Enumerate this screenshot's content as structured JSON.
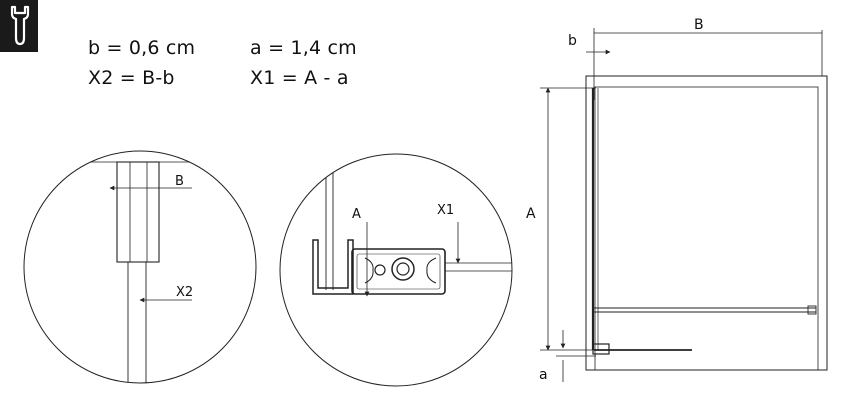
{
  "formulas": {
    "b_eq": "b = 0,6 cm",
    "a_eq": "a = 1,4 cm",
    "x2_eq": "X2 = B-b",
    "x1_eq": "X1 = A - a"
  },
  "detail_left": {
    "label_b": "B",
    "label_x2": "X2"
  },
  "detail_middle": {
    "label_a": "A",
    "label_x1": "X1"
  },
  "overview": {
    "label_b_small": "b",
    "label_b_width": "B",
    "label_a_height": "A",
    "label_a_small": "a"
  },
  "icons": {
    "tool": "wrench-icon"
  },
  "colors": {
    "line": "#222222",
    "icon_bg": "#1a1a1a"
  }
}
